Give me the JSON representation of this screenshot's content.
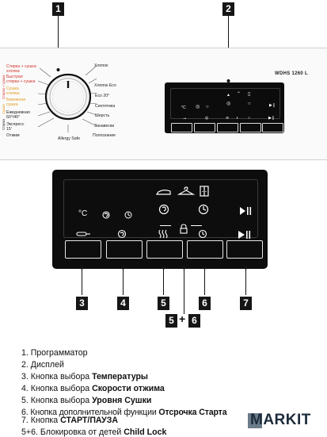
{
  "markers": {
    "m1": "1",
    "m2": "2",
    "m3": "3",
    "m4": "4",
    "m5": "5",
    "m6": "6",
    "m7": "7",
    "m56_a": "5",
    "m56_plus": "+",
    "m56_b": "6"
  },
  "panel": {
    "model": "WDHS 1260 L",
    "left_labels": [
      {
        "text": "Стирка + сушка",
        "color": "red"
      },
      {
        "text": "хлопка",
        "color": "red"
      },
      {
        "text": "Быстрая",
        "color": "red"
      },
      {
        "text": "стирка + сушка",
        "color": "red"
      },
      {
        "text": "Сушка",
        "color": "orange"
      },
      {
        "text": "хлопка",
        "color": "orange"
      },
      {
        "text": "Бережная",
        "color": "orange"
      },
      {
        "text": "сушка",
        "color": "orange"
      },
      {
        "text": "Ежедневная",
        "color": "dark"
      },
      {
        "text": "60°/40°",
        "color": "dark"
      },
      {
        "text": "Экспресс",
        "color": "dark"
      },
      {
        "text": "15'",
        "color": "dark"
      },
      {
        "text": "Отжим",
        "color": "dark"
      }
    ],
    "right_labels": [
      "Хлопок",
      "Хлопок Eco",
      "Eco 20°",
      "Синтетика",
      "Шерсть",
      "Занавески",
      "Полоскание"
    ],
    "bottom_label": "Allergy Safe",
    "side_texts": [
      "Стирка + сушка",
      "Сушка",
      "Стирка"
    ]
  },
  "display": {
    "temp_symbol": "°C",
    "icons": [
      "iron-icon",
      "hanger-icon",
      "cupboard-icon",
      "spin-icon",
      "clock-icon",
      "play-pause-icon"
    ]
  },
  "legend": [
    {
      "prefix": "1. ",
      "text": "Программатор",
      "bold": ""
    },
    {
      "prefix": "2. ",
      "text": "Дисплей",
      "bold": ""
    },
    {
      "prefix": "3. ",
      "text": "Кнопка выбора ",
      "bold": "Температуры"
    },
    {
      "prefix": "4. ",
      "text": "Кнопка выбора ",
      "bold": "Скорости отжима"
    },
    {
      "prefix": "5. ",
      "text": "Кнопка выбора ",
      "bold": "Уровня Сушки"
    },
    {
      "prefix": "6. ",
      "text": "Кнопка дополнительной функции ",
      "bold": "Отсрочка Старта"
    },
    {
      "prefix": "7. ",
      "text": "Кнопка ",
      "bold": "СТАРТ/ПАУЗА"
    },
    {
      "prefix": "5+6. ",
      "text": "Блокировка от детей ",
      "bold": "Child Lock"
    }
  ],
  "watermark": "MARKIT",
  "colors": {
    "red": "#d0342c",
    "orange": "#e39a1e",
    "panel_black": "#0d0d0d",
    "marker": "#151515"
  }
}
